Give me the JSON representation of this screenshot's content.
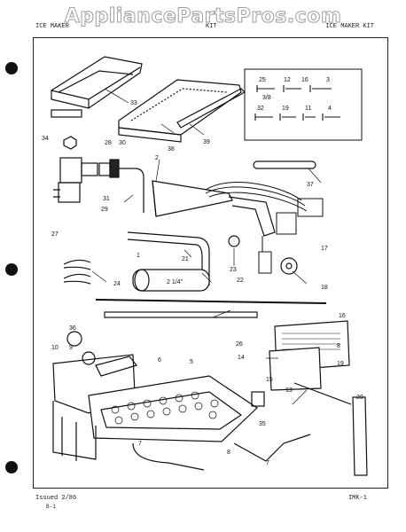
{
  "watermark": "AppliancePartsPros.com",
  "header": {
    "left": "ICE MAKER",
    "mid": "KIT",
    "right": "ICE MAKER KIT"
  },
  "footer": {
    "issued": "Issued 2/86",
    "code": "IMK-1",
    "sub": "B-1"
  },
  "callouts": {
    "c1": "1",
    "c2": "2",
    "c3": "3",
    "c4": "4",
    "c5": "5",
    "c6": "6",
    "c7a": "7",
    "c7b": "7",
    "c8": "8",
    "c9": "9",
    "c10": "10",
    "c11": "11",
    "c12": "12",
    "c13": "13",
    "c14": "14",
    "c15": "15",
    "c16a": "16",
    "c16b": "16",
    "c17": "17",
    "c18": "18",
    "c19a": "19",
    "c19b": "19",
    "c20": "20",
    "c21": "21",
    "c22": "22",
    "c23": "23",
    "c24": "24",
    "c25": "25",
    "c26": "26",
    "c27": "27",
    "c28": "28",
    "c29": "29",
    "c30": "30",
    "c31": "31",
    "c32": "32",
    "c33": "33",
    "c34": "34",
    "c35": "35",
    "c36": "36",
    "c37": "37",
    "c38": "38",
    "c39": "39",
    "dim_tube": "2 1/4\"",
    "dim_screw": "3/8"
  }
}
